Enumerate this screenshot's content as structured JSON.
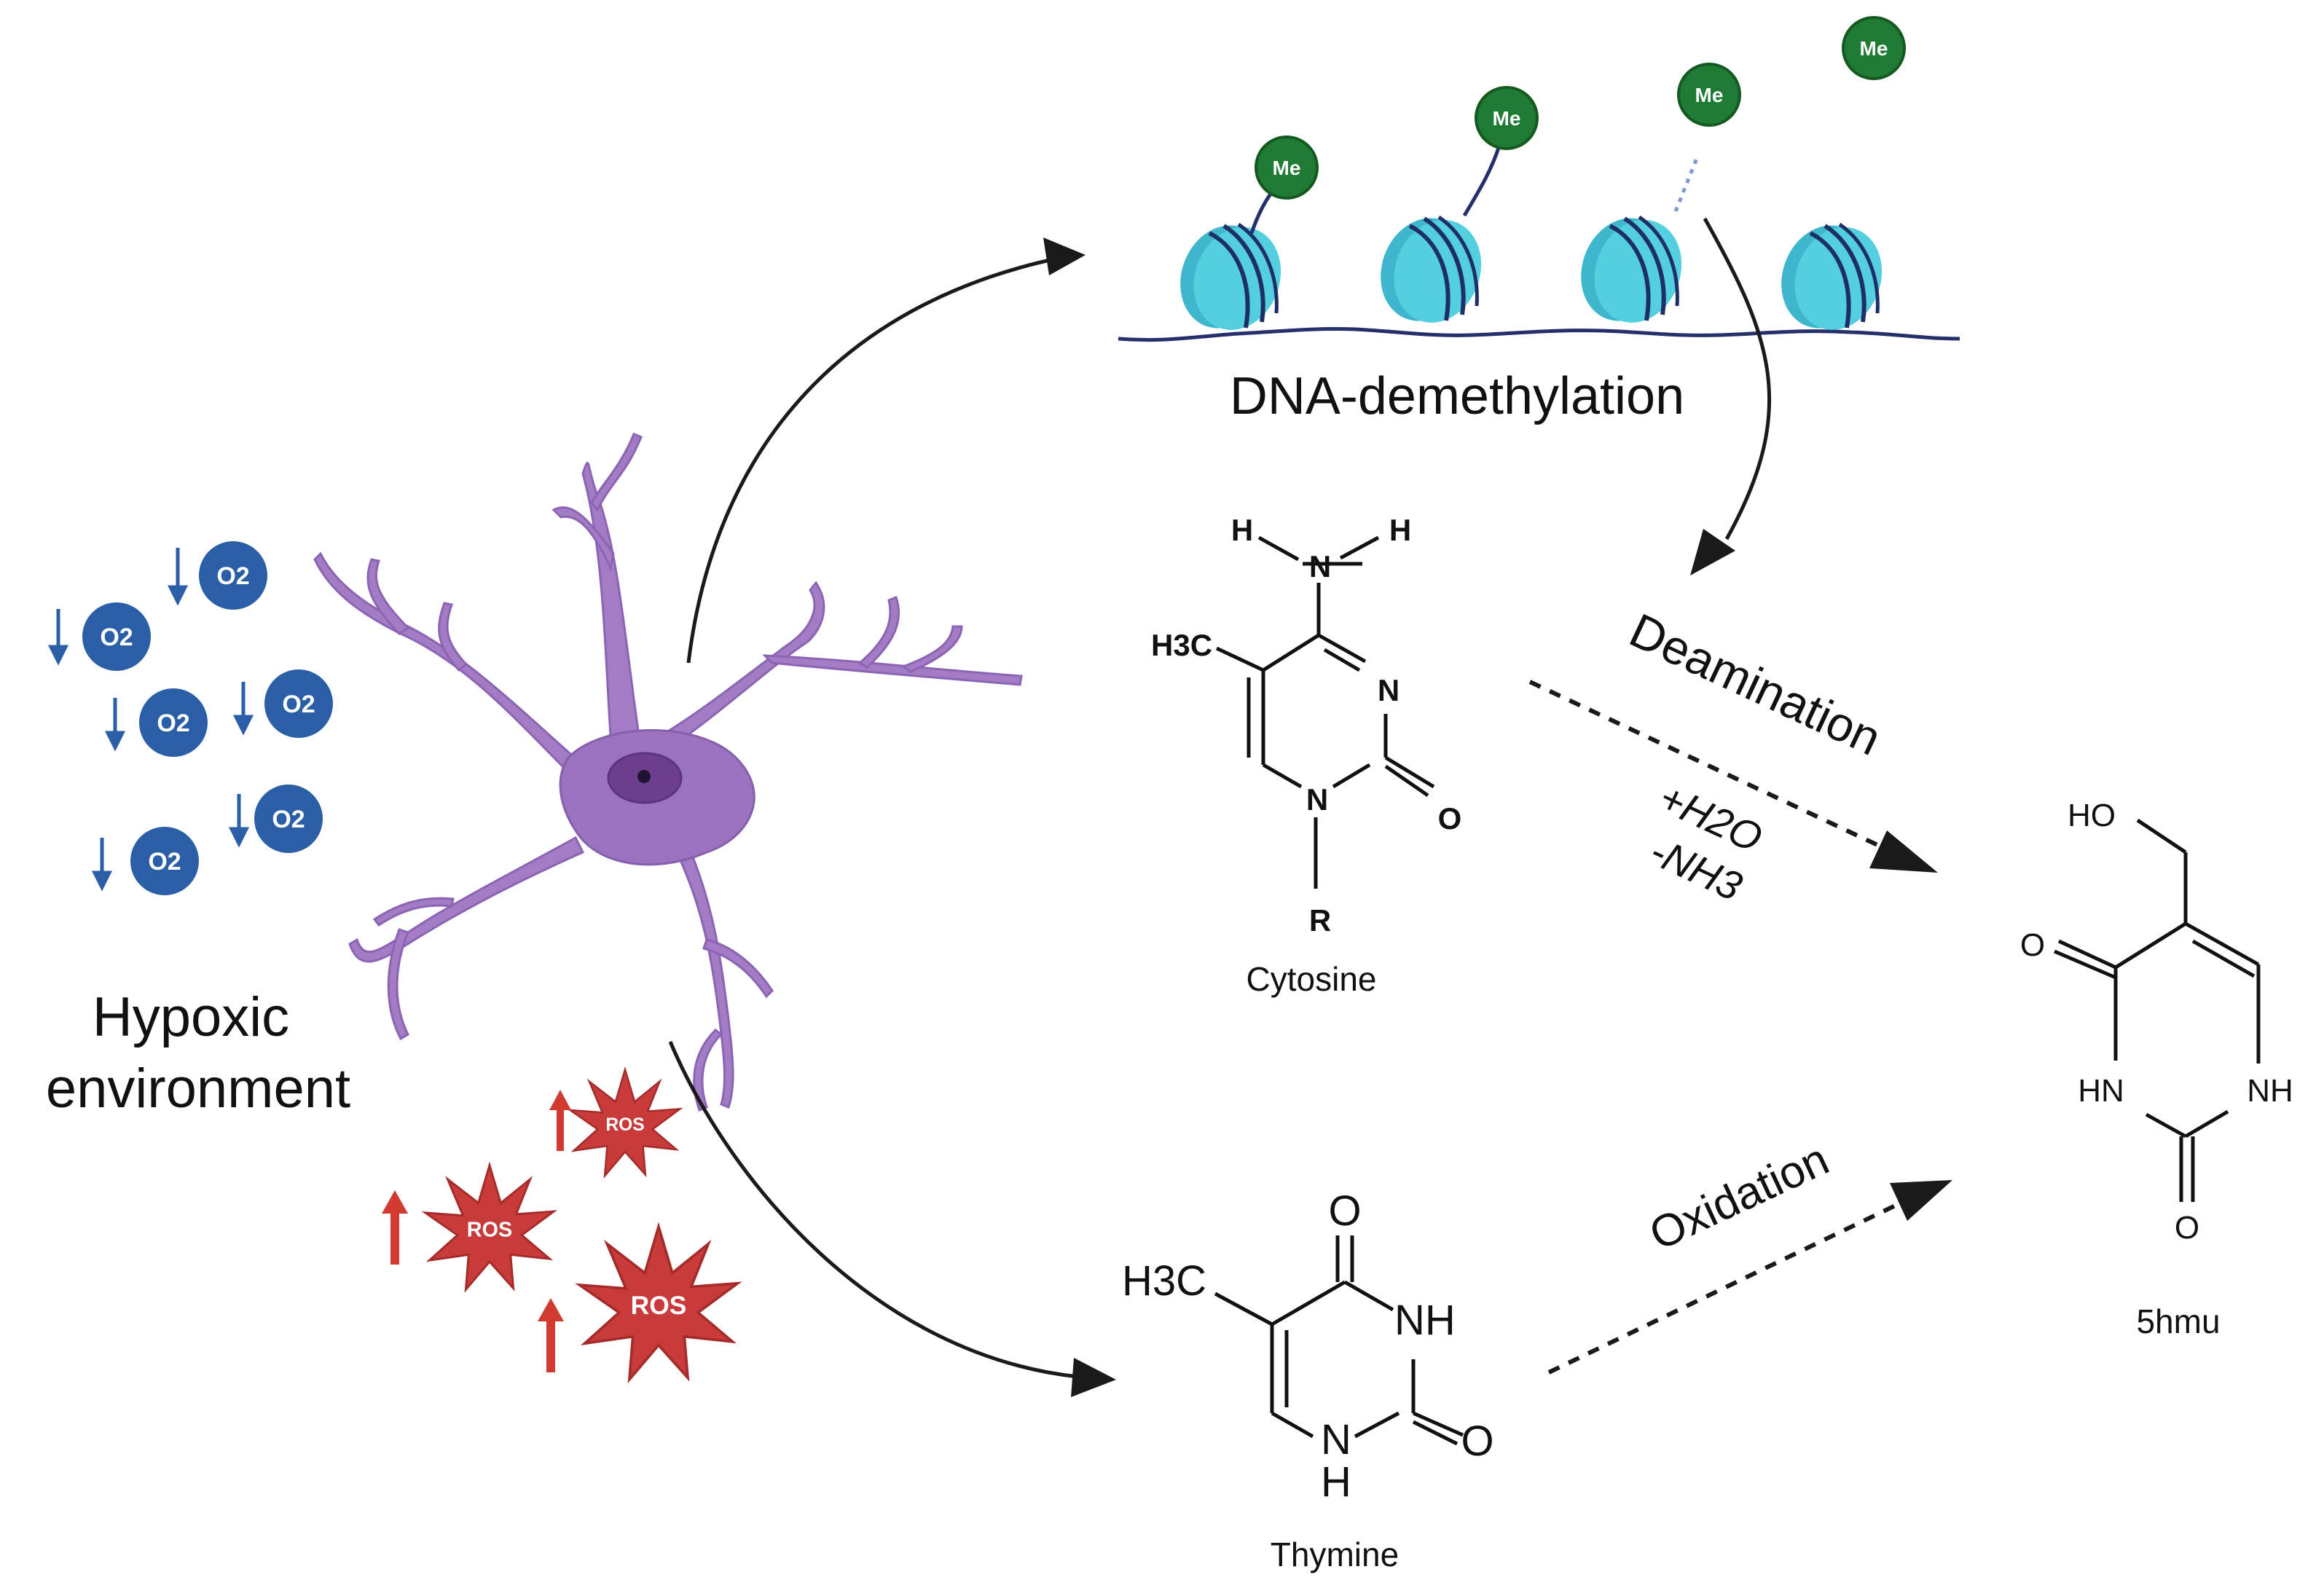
{
  "labels": {
    "hypoxic_line1": "Hypoxic",
    "hypoxic_line2": "environment",
    "dna_demethylation": "DNA-demethylation",
    "deamination": "Deamination",
    "plus_h2o": "+H2O",
    "minus_nh3": "-NH3",
    "oxidation": "Oxidation",
    "cytosine": "Cytosine",
    "thymine": "Thymine",
    "hmu": "5hmu"
  },
  "markers": {
    "oxygen": "O2",
    "ros": "ROS",
    "methyl": "Me"
  },
  "atoms": {
    "cytosine": {
      "h_left": "H",
      "n_amine": "N",
      "h_right": "H",
      "n3": "N",
      "n1": "N",
      "o2": "O",
      "r": "R",
      "h3c": "H3C"
    },
    "thymine": {
      "o4": "O",
      "nh3": "NH",
      "o2": "O",
      "n1": "N",
      "h1": "H",
      "h3c": "H3C"
    },
    "hmu": {
      "ho": "HO",
      "o4": "O",
      "hn": "HN",
      "nh": "NH",
      "o2": "O"
    }
  },
  "colors": {
    "oxygen_blue": "#2a5fa8",
    "ros_red": "#c93b3b",
    "arrow_red": "#d03a2f",
    "neuron_purple": "#a27cc4",
    "nucleus": "#6b3f8e",
    "nucleosome_cyan": "#42c2d6",
    "dna_navy": "#25306b",
    "methyl_green": "#1f7a34"
  }
}
